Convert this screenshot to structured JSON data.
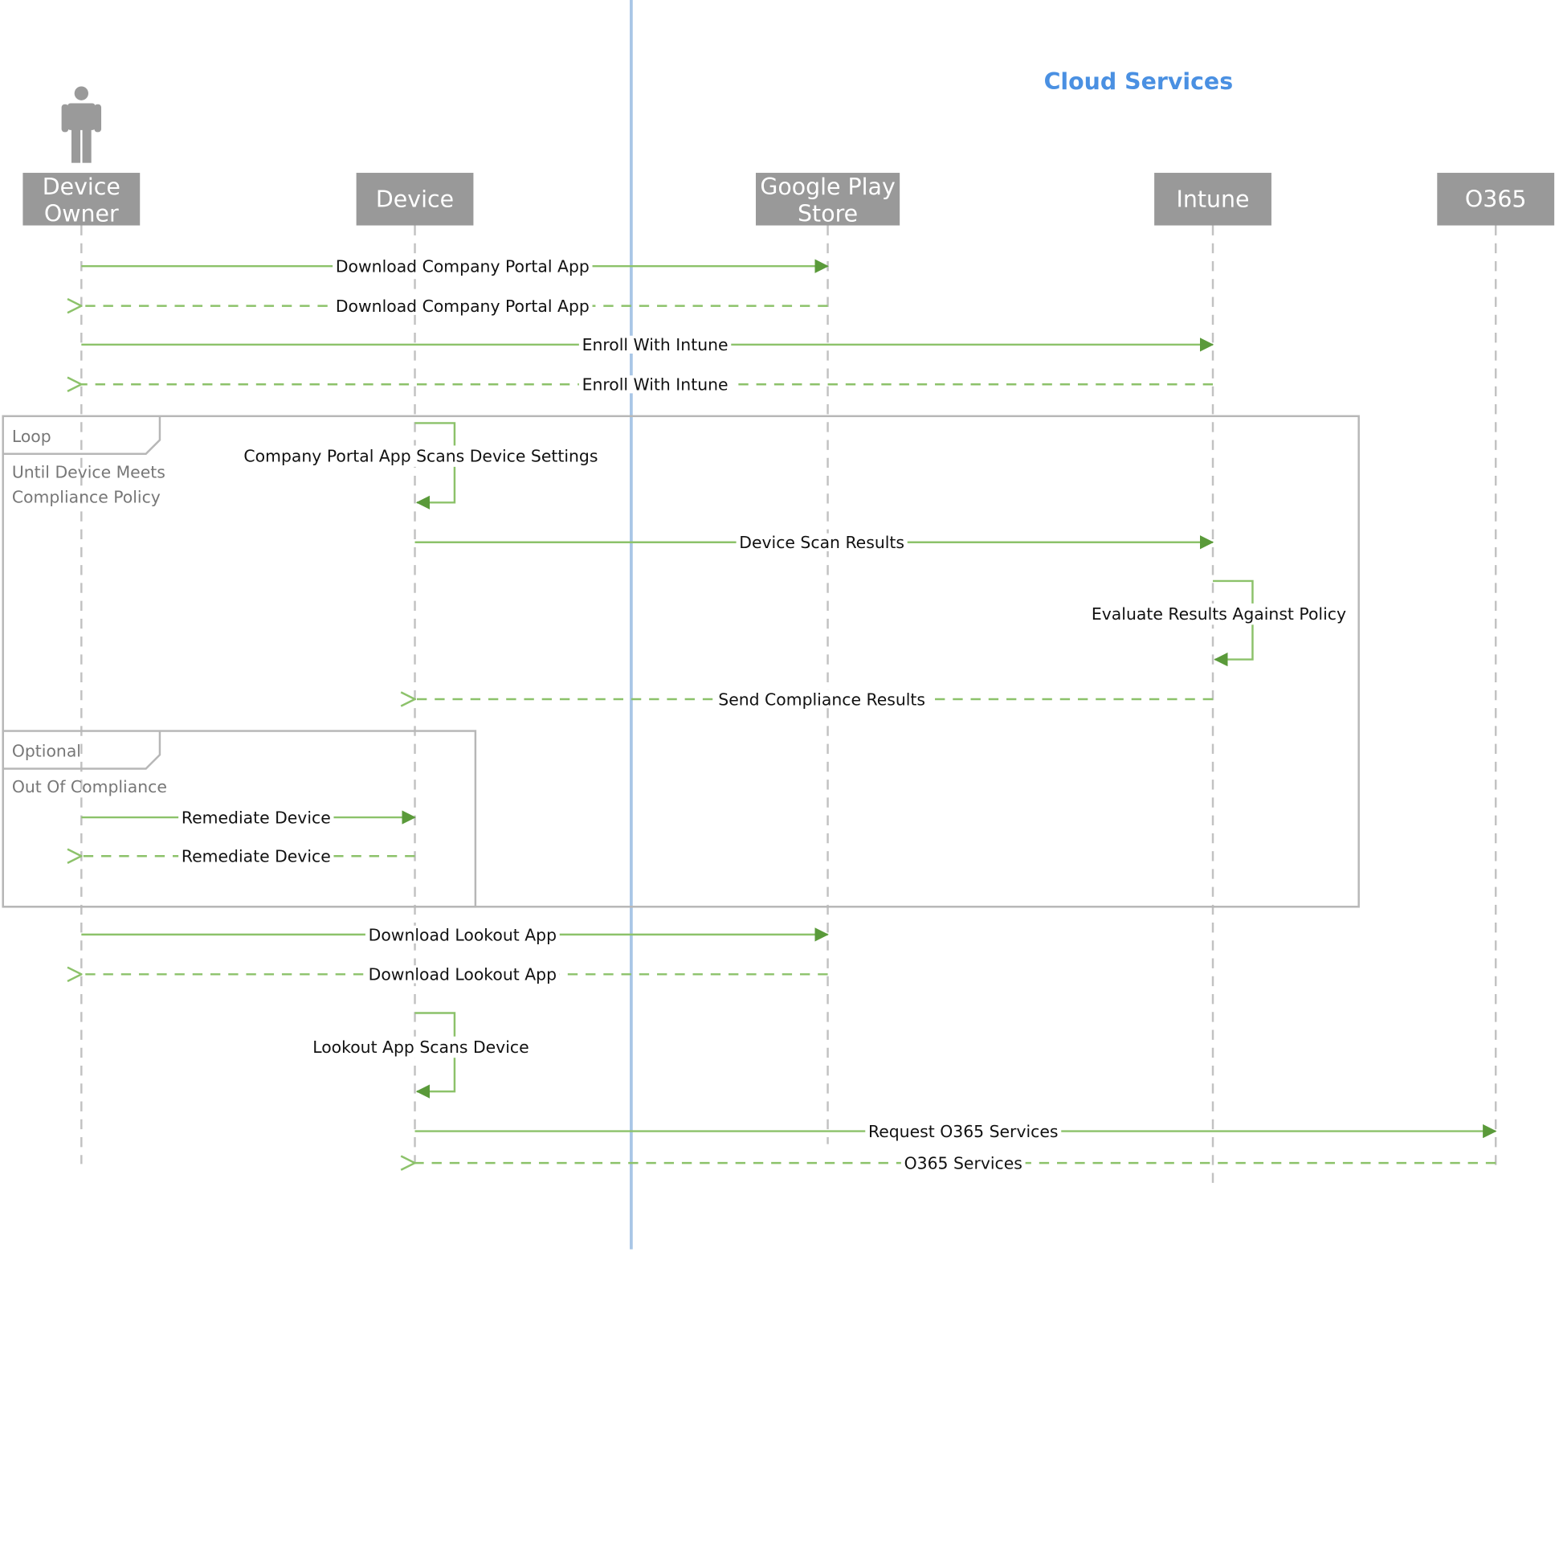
{
  "region": {
    "label": "Cloud Services"
  },
  "actor": {
    "icon": "person-icon"
  },
  "participants": [
    {
      "id": "owner",
      "lines": [
        "Device",
        "Owner"
      ]
    },
    {
      "id": "device",
      "lines": [
        "Device"
      ]
    },
    {
      "id": "play",
      "lines": [
        "Google Play",
        "Store"
      ]
    },
    {
      "id": "intune",
      "lines": [
        "Intune"
      ]
    },
    {
      "id": "o365",
      "lines": [
        "O365"
      ]
    }
  ],
  "frames": [
    {
      "id": "loop",
      "keyword": "Loop",
      "condition": [
        "Until Device Meets",
        "Compliance Policy"
      ]
    },
    {
      "id": "optional",
      "keyword": "Optional",
      "condition": [
        "Out Of Compliance"
      ]
    }
  ],
  "messages": [
    {
      "from": "owner",
      "to": "play",
      "kind": "sync",
      "label": "Download Company Portal App"
    },
    {
      "from": "play",
      "to": "owner",
      "kind": "return",
      "label": "Download Company Portal App"
    },
    {
      "from": "owner",
      "to": "intune",
      "kind": "sync",
      "label": "Enroll With Intune"
    },
    {
      "from": "intune",
      "to": "owner",
      "kind": "return",
      "label": "Enroll With Intune"
    },
    {
      "from": "device",
      "to": "device",
      "kind": "self",
      "label": "Company Portal App Scans Device Settings"
    },
    {
      "from": "device",
      "to": "intune",
      "kind": "sync",
      "label": "Device Scan Results"
    },
    {
      "from": "intune",
      "to": "intune",
      "kind": "self",
      "label": "Evaluate Results Against Policy"
    },
    {
      "from": "intune",
      "to": "device",
      "kind": "return",
      "label": "Send Compliance Results"
    },
    {
      "from": "owner",
      "to": "device",
      "kind": "sync",
      "label": "Remediate Device"
    },
    {
      "from": "device",
      "to": "owner",
      "kind": "return",
      "label": "Remediate Device"
    },
    {
      "from": "owner",
      "to": "play",
      "kind": "sync",
      "label": "Download Lookout App"
    },
    {
      "from": "play",
      "to": "owner",
      "kind": "return",
      "label": "Download Lookout App"
    },
    {
      "from": "device",
      "to": "device",
      "kind": "self",
      "label": "Lookout App Scans Device"
    },
    {
      "from": "device",
      "to": "o365",
      "kind": "sync",
      "label": "Request O365 Services"
    },
    {
      "from": "o365",
      "to": "device",
      "kind": "return",
      "label": "O365 Services"
    }
  ],
  "colors": {
    "participant_box": "#999999",
    "participant_text": "#ffffff",
    "message_line": "#8cc26a",
    "arrowhead": "#5a9a3a",
    "lifeline": "#c2c2c2",
    "frame_border": "#b7b7b7",
    "frame_text": "#777777",
    "divider": "#a8c6e6",
    "region_label": "#4a90e2"
  }
}
